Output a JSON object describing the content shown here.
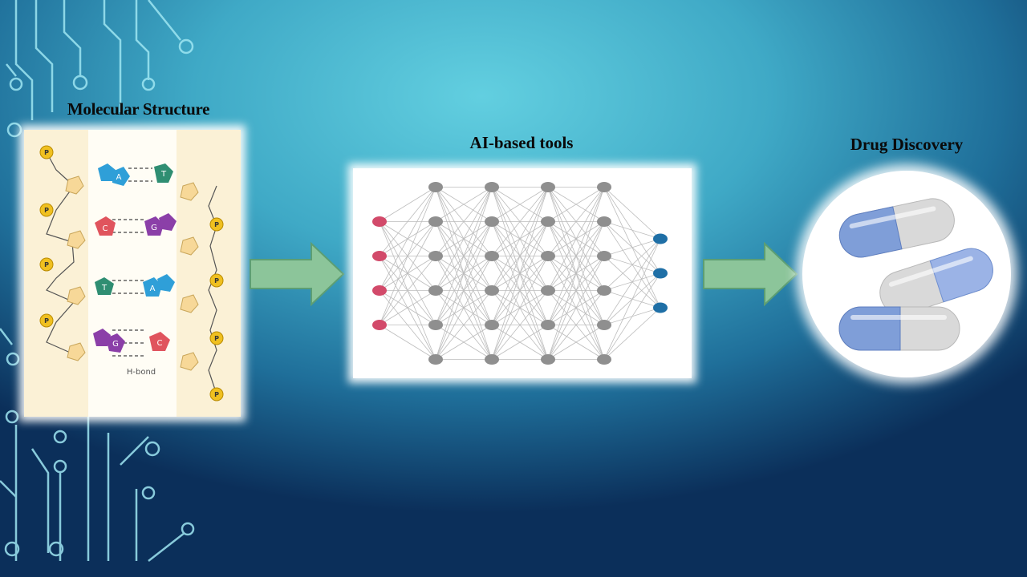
{
  "labels": {
    "molecular_structure": "Molecular Structure",
    "ai_tools": "AI-based tools",
    "drug_discovery": "Drug Discovery"
  },
  "dna": {
    "phosphate": "P",
    "bases_left": [
      "A",
      "C",
      "T",
      "G"
    ],
    "bases_right": [
      "T",
      "G",
      "A",
      "C"
    ],
    "hbond_label": "H-bond"
  },
  "neural_network": {
    "layers": [
      4,
      6,
      6,
      6,
      6,
      3
    ]
  },
  "colors": {
    "arrow_fill": "#8cc59a",
    "input_node": "#d24a6a",
    "hidden_node": "#8f8f8f",
    "output_node": "#1f6fa6",
    "base_A": "#2f9fd8",
    "base_T": "#2f8e72",
    "base_C": "#e0545d",
    "base_G": "#8b3fa8",
    "phosphate": "#f0c020",
    "sugar": "#f7d898",
    "capsule_blue": "#7f9ed8",
    "capsule_gray": "#d9d9d9"
  }
}
